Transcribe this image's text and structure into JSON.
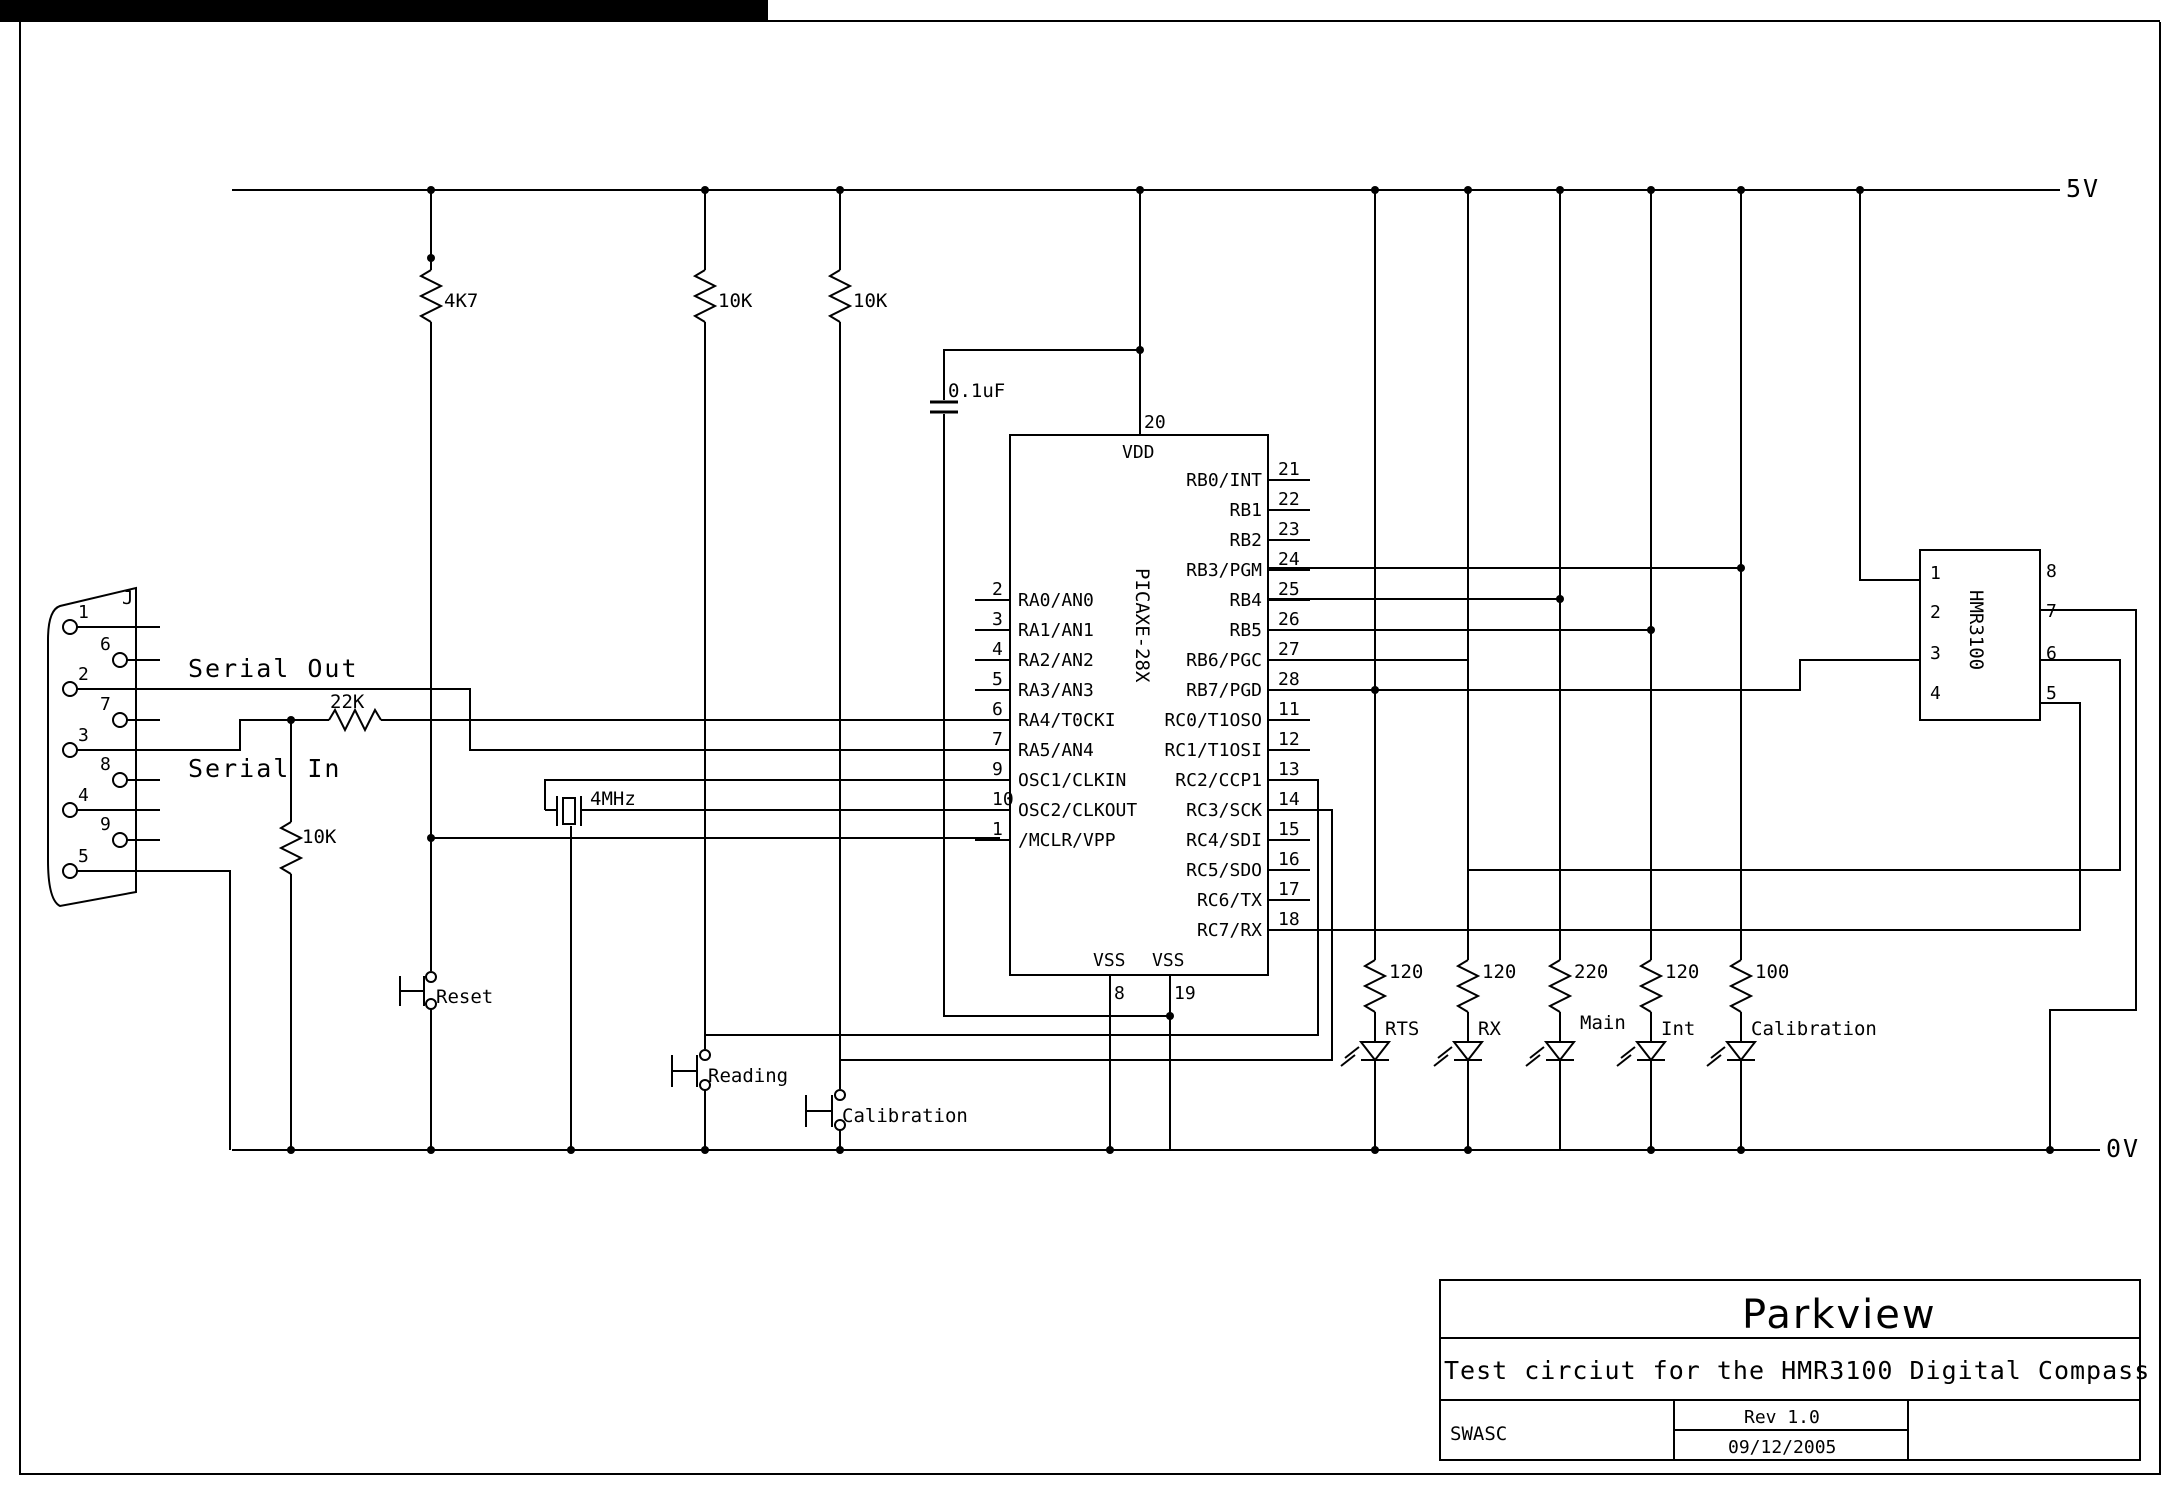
{
  "rails": {
    "vcc": "5V",
    "gnd": "0V"
  },
  "connector": {
    "ref": "J",
    "pins": [
      "1",
      "2",
      "3",
      "4",
      "5",
      "6",
      "7",
      "8",
      "9"
    ],
    "serial_out": "Serial Out",
    "serial_in": "Serial In"
  },
  "parts": {
    "r_4k7": "4K7",
    "r_10k_a": "10K",
    "r_10k_b": "10K",
    "r_10k_c": "10K",
    "r_22k": "22K",
    "cap": "0.1uF",
    "crystal": "4MHz",
    "btn_reset": "Reset",
    "btn_reading": "Reading",
    "btn_calibration": "Calibration"
  },
  "mcu": {
    "name": "PICAXE-28X",
    "vdd": {
      "label": "VDD",
      "pin": "20"
    },
    "vss": [
      {
        "label": "VSS",
        "pin": "8"
      },
      {
        "label": "VSS",
        "pin": "19"
      }
    ],
    "left_pins": [
      {
        "num": "2",
        "label": "RA0/AN0"
      },
      {
        "num": "3",
        "label": "RA1/AN1"
      },
      {
        "num": "4",
        "label": "RA2/AN2"
      },
      {
        "num": "5",
        "label": "RA3/AN3"
      },
      {
        "num": "6",
        "label": "RA4/T0CKI"
      },
      {
        "num": "7",
        "label": "RA5/AN4"
      },
      {
        "num": "9",
        "label": "OSC1/CLKIN"
      },
      {
        "num": "10",
        "label": "OSC2/CLKOUT"
      },
      {
        "num": "1",
        "label": "/MCLR/VPP"
      }
    ],
    "right_pins": [
      {
        "num": "21",
        "label": "RB0/INT"
      },
      {
        "num": "22",
        "label": "RB1"
      },
      {
        "num": "23",
        "label": "RB2"
      },
      {
        "num": "24",
        "label": "RB3/PGM"
      },
      {
        "num": "25",
        "label": "RB4"
      },
      {
        "num": "26",
        "label": "RB5"
      },
      {
        "num": "27",
        "label": "RB6/PGC"
      },
      {
        "num": "28",
        "label": "RB7/PGD"
      },
      {
        "num": "11",
        "label": "RC0/T1OSO"
      },
      {
        "num": "12",
        "label": "RC1/T1OSI"
      },
      {
        "num": "13",
        "label": "RC2/CCP1"
      },
      {
        "num": "14",
        "label": "RC3/SCK"
      },
      {
        "num": "15",
        "label": "RC4/SDI"
      },
      {
        "num": "16",
        "label": "RC5/SDO"
      },
      {
        "num": "17",
        "label": "RC6/TX"
      },
      {
        "num": "18",
        "label": "RC7/RX"
      }
    ]
  },
  "compass": {
    "name": "HMR3100",
    "left_pins": [
      "1",
      "2",
      "3",
      "4"
    ],
    "right_pins": [
      "8",
      "7",
      "6",
      "5"
    ]
  },
  "leds": [
    {
      "resistor": "120",
      "label": "RTS"
    },
    {
      "resistor": "120",
      "label": "RX"
    },
    {
      "resistor": "220",
      "label": "Main"
    },
    {
      "resistor": "120",
      "label": "Int"
    },
    {
      "resistor": "100",
      "label": "Calibration"
    }
  ],
  "title_block": {
    "company": "Parkview",
    "description": "Test circiut for the HMR3100 Digital Compass",
    "author": "SWASC",
    "revision": "Rev 1.0",
    "date": "09/12/2005"
  }
}
